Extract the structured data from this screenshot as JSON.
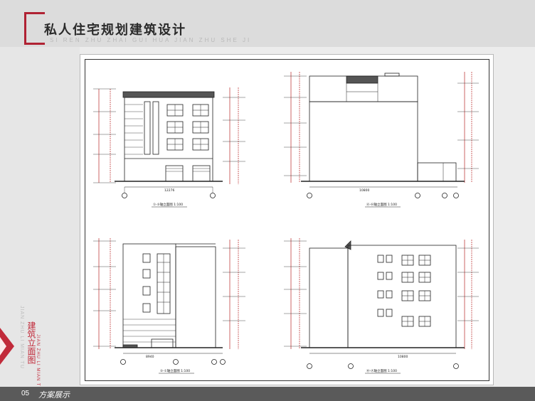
{
  "header": {
    "title": "私人住宅规划建筑设计",
    "subtitle": "SI REN ZHU ZHAI GUI HUA JIAN ZHU SHE JI"
  },
  "side": {
    "label": "建筑立面图",
    "pinyin": "JIAN ZHU LI MIAN TU"
  },
  "footer": {
    "page_number": "05",
    "section": "方案展示"
  },
  "drawings": [
    {
      "caption": "①-⑤轴立面图  1:100",
      "dimension": "12276"
    },
    {
      "caption": "Ⓐ-Ⓗ轴立面图  1:100",
      "dimension": "10800"
    },
    {
      "caption": "⑤-①轴立面图  1:100",
      "dimension": "8940"
    },
    {
      "caption": "Ⓗ-Ⓐ轴立面图  1:100",
      "dimension": "10800"
    }
  ],
  "colors": {
    "accent": "#c12a3a",
    "line": "#222222",
    "dim": "#d06060"
  }
}
